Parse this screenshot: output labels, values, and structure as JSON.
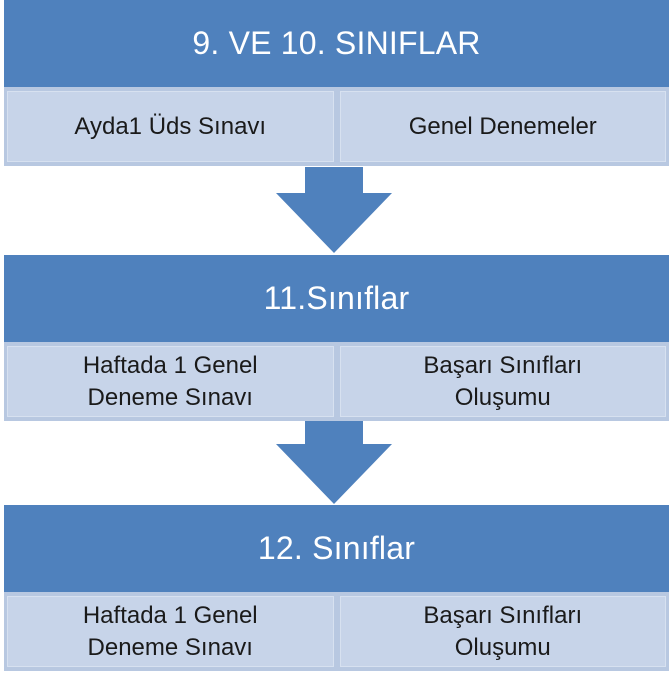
{
  "levels": [
    {
      "title": "9. VE 10. SINIFLAR",
      "items": [
        {
          "line1": "Ayda1 Üds Sınavı",
          "line2": ""
        },
        {
          "line1": "Genel Denemeler",
          "line2": ""
        }
      ]
    },
    {
      "title": "11.Sınıflar",
      "items": [
        {
          "line1": "Haftada 1 Genel",
          "line2": "Deneme Sınavı"
        },
        {
          "line1": "Başarı Sınıfları",
          "line2": "Oluşumu"
        }
      ]
    },
    {
      "title": "12. Sınıflar",
      "items": [
        {
          "line1": "Haftada 1 Genel",
          "line2": "Deneme Sınavı"
        },
        {
          "line1": "Başarı Sınıfları",
          "line2": "Oluşumu"
        }
      ]
    }
  ],
  "colors": {
    "header": "#4f81bd",
    "sub_background": "#b8c8e1",
    "arrow": "#4f81bd"
  }
}
